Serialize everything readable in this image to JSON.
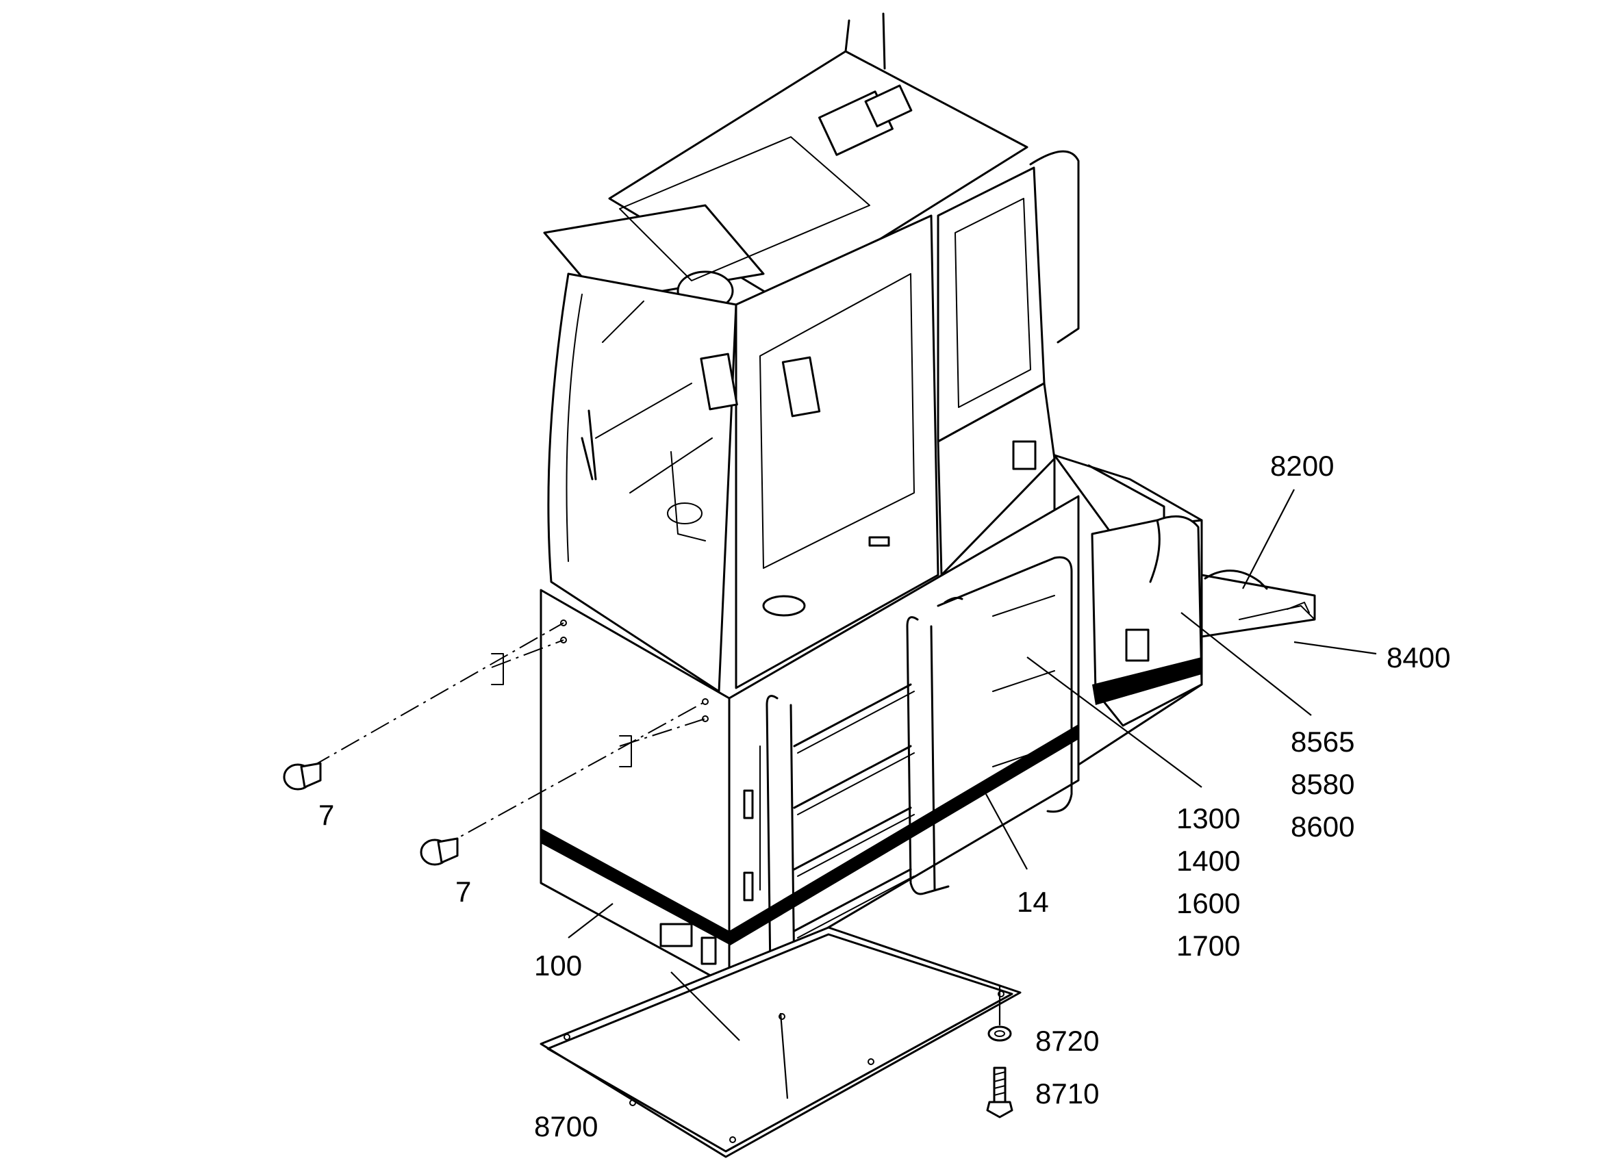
{
  "callouts": [
    {
      "id": "callout-8200",
      "label": "8200"
    },
    {
      "id": "callout-8400",
      "label": "8400"
    },
    {
      "id": "callout-8565",
      "label": "8565"
    },
    {
      "id": "callout-8580",
      "label": "8580"
    },
    {
      "id": "callout-8600",
      "label": "8600"
    },
    {
      "id": "callout-1300",
      "label": "1300"
    },
    {
      "id": "callout-1400",
      "label": "1400"
    },
    {
      "id": "callout-1600",
      "label": "1600"
    },
    {
      "id": "callout-1700",
      "label": "1700"
    },
    {
      "id": "callout-14",
      "label": "14"
    },
    {
      "id": "callout-7-upper",
      "label": "7"
    },
    {
      "id": "callout-7-lower",
      "label": "7"
    },
    {
      "id": "callout-100",
      "label": "100"
    },
    {
      "id": "callout-8720",
      "label": "8720"
    },
    {
      "id": "callout-8710",
      "label": "8710"
    },
    {
      "id": "callout-8700",
      "label": "8700"
    }
  ]
}
